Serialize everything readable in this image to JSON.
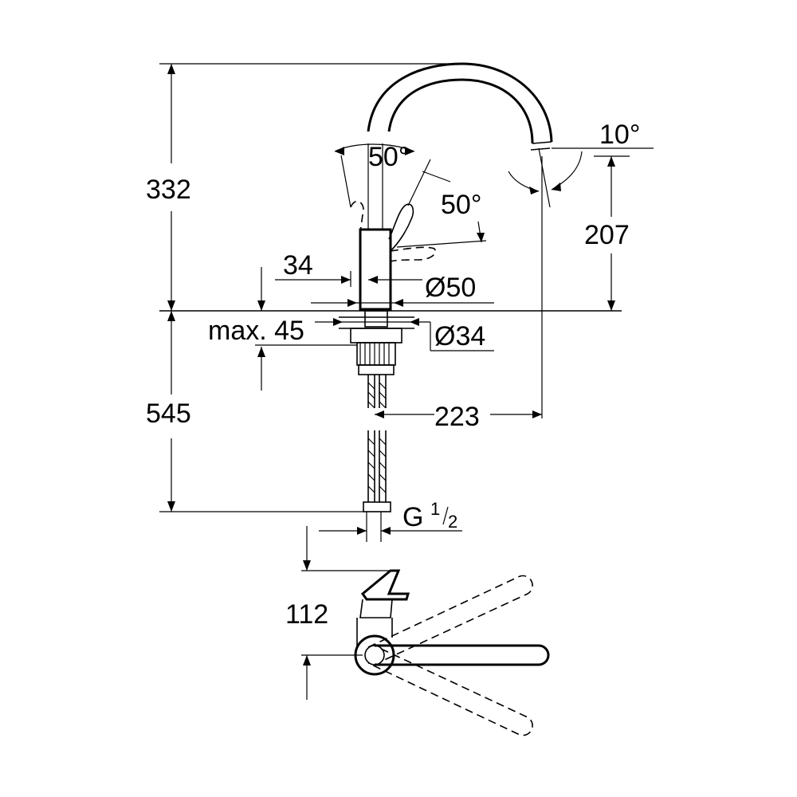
{
  "dimensions": {
    "total_height_above_deck": "332",
    "spout_height": "207",
    "spout_reach": "223",
    "hose_length": "545",
    "lever_angle_front": "50°",
    "lever_angle_side": "50°",
    "spout_tilt_angle": "10°",
    "lever_offset": "34",
    "body_diameter": "Ø50",
    "mount_hole_diameter": "Ø34",
    "max_deck_thickness": "max. 45",
    "connection_thread_main": "G",
    "connection_thread_num": "1",
    "connection_thread_den": "2",
    "plan_depth": "112"
  }
}
